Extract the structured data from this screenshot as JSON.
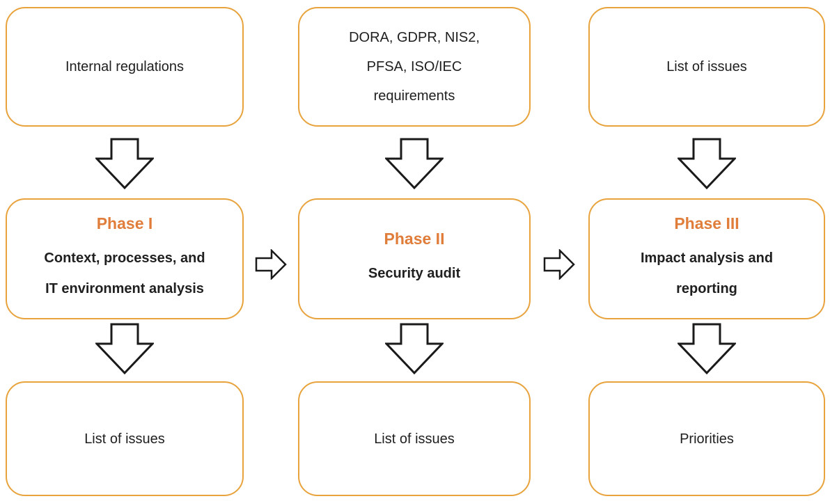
{
  "diagram": {
    "title": "Security audit phases flow",
    "colors": {
      "box_border": "#E8A33D",
      "phase_title": "#E07D3A",
      "arrow_outline": "#1A1A1A",
      "text": "#1F1F1F",
      "background": "#FFFFFF"
    },
    "icons": {
      "down_arrow": "hollow-block-arrow-down",
      "right_arrow": "hollow-block-arrow-right"
    },
    "columns": [
      {
        "input": {
          "lines": [
            "Internal regulations"
          ]
        },
        "phase": {
          "title": "Phase I",
          "subtitle_lines": [
            "Context, processes, and",
            "IT environment analysis"
          ]
        },
        "output": {
          "lines": [
            "List of issues"
          ]
        }
      },
      {
        "input": {
          "lines": [
            "DORA, GDPR, NIS2,",
            "PFSA, ISO/IEC",
            "requirements"
          ]
        },
        "phase": {
          "title": "Phase II",
          "subtitle_lines": [
            "Security audit"
          ]
        },
        "output": {
          "lines": [
            "List of issues"
          ]
        }
      },
      {
        "input": {
          "lines": [
            "List of issues"
          ]
        },
        "phase": {
          "title": "Phase III",
          "subtitle_lines": [
            "Impact analysis and",
            "reporting"
          ]
        },
        "output": {
          "lines": [
            "Priorities"
          ]
        }
      }
    ]
  }
}
